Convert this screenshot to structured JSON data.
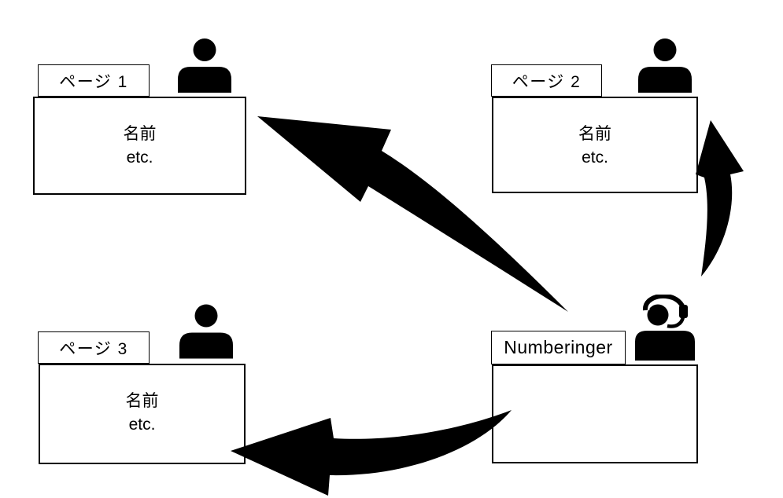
{
  "colors": {
    "background": "#ffffff",
    "line": "#000000",
    "arrow": "#000000",
    "text": "#000000"
  },
  "nodes": [
    {
      "id": "page1",
      "tab_label": "ページ 1",
      "body_line1": "名前",
      "body_line2": "etc.",
      "icon": "person-icon"
    },
    {
      "id": "page2",
      "tab_label": "ページ 2",
      "body_line1": "名前",
      "body_line2": "etc.",
      "icon": "person-icon"
    },
    {
      "id": "page3",
      "tab_label": "ページ 3",
      "body_line1": "名前",
      "body_line2": "etc.",
      "icon": "person-icon"
    },
    {
      "id": "numberinger",
      "tab_label": "Numberinger",
      "body_line1": "",
      "body_line2": "",
      "icon": "person-headset-icon"
    }
  ],
  "arrows": [
    {
      "id": "arrow-numberinger-to-page1",
      "from": "numberinger",
      "to": "page1"
    },
    {
      "id": "arrow-numberinger-to-page2",
      "from": "numberinger",
      "to": "page2"
    },
    {
      "id": "arrow-numberinger-to-page3",
      "from": "numberinger",
      "to": "page3"
    }
  ]
}
